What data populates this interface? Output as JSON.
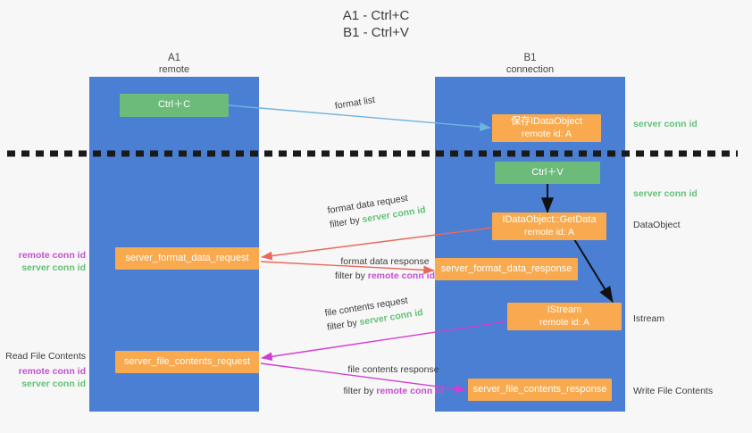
{
  "title": {
    "line1": "A1 - Ctrl+C",
    "line2": "B1 - Ctrl+V"
  },
  "lanes": [
    {
      "name": "A1",
      "sub": "remote"
    },
    {
      "name": "B1",
      "sub": "connection"
    }
  ],
  "nodes": {
    "ctrl_c": {
      "label": "Ctrl＋C"
    },
    "ctrl_v": {
      "label": "Ctrl＋V"
    },
    "save_idataobject": {
      "line1": "保存IDataObject",
      "line2": "remote id: A"
    },
    "getdata": {
      "line1": "IDataObject::GetData",
      "line2": "remote id: A"
    },
    "istream": {
      "line1": "IStream",
      "line2": "remote id: A"
    },
    "server_format_data_request": {
      "label": "server_format_data_request"
    },
    "server_format_data_response": {
      "label": "server_format_data_response"
    },
    "server_file_contents_request": {
      "label": "server_file_contents_request"
    },
    "server_file_contents_response": {
      "label": "server_file_contents_response"
    }
  },
  "edges": {
    "format_list": {
      "label": "format list"
    },
    "format_data_request": {
      "line1": "format data request",
      "filter_prefix": "filter by ",
      "filter_value": "server conn id"
    },
    "format_data_response": {
      "line1": "format data response",
      "filter_prefix": "filter by ",
      "filter_value": "remote conn id"
    },
    "file_contents_request": {
      "line1": "file contents request",
      "filter_prefix": "filter by ",
      "filter_value": "server conn id"
    },
    "file_contents_response": {
      "line1": "file contents response",
      "filter_prefix": "filter by ",
      "filter_value": "remote conn id"
    }
  },
  "annotations": {
    "right_server_conn_top": "server conn id",
    "right_server_conn_mid": "server conn id",
    "right_dataobject": "DataObject",
    "right_istream": "Istream",
    "right_write_file_contents": "Write File Contents",
    "left_remote_conn_1": "remote conn id",
    "left_server_conn_1": "server conn id",
    "left_read_file_contents": "Read File Contents",
    "left_remote_conn_2": "remote conn id",
    "left_server_conn_2": "server conn id"
  },
  "colors": {
    "lane": "#4a7fd4",
    "orange": "#f9a94e",
    "green_box": "#6cbb7b",
    "green_text": "#63c178",
    "magenta_text": "#c44fd0",
    "arrow_blue": "#6fb3e0",
    "arrow_red": "#e8685d",
    "arrow_magenta": "#d13fd1",
    "arrow_black": "#111111",
    "divider": "#1a1a1a",
    "background": "#f7f7f7"
  }
}
